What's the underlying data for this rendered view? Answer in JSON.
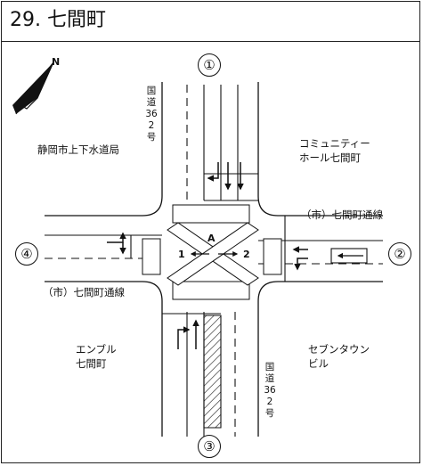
{
  "title": "29. 七間町",
  "approaches": [
    "①",
    "②",
    "③",
    "④"
  ],
  "roads": {
    "north_south": "国道362号",
    "east_west_top": "（市）七間町通線",
    "east_west_bottom": "（市）七間町通線"
  },
  "landmarks": {
    "nw": "静岡市上下水道局",
    "ne_line1": "コミュニティー",
    "ne_line2": "ホール七間町",
    "sw_line1": "エンブル",
    "sw_line2": "七間町",
    "se_line1": "セブンタウン",
    "se_line2": "ビル"
  },
  "markers": {
    "a": "A",
    "one": "1",
    "two": "2"
  },
  "north_label": "N",
  "icons": [
    "north-arrow-icon",
    "lane-arrow-icon",
    "one-way-arrow-icon"
  ]
}
